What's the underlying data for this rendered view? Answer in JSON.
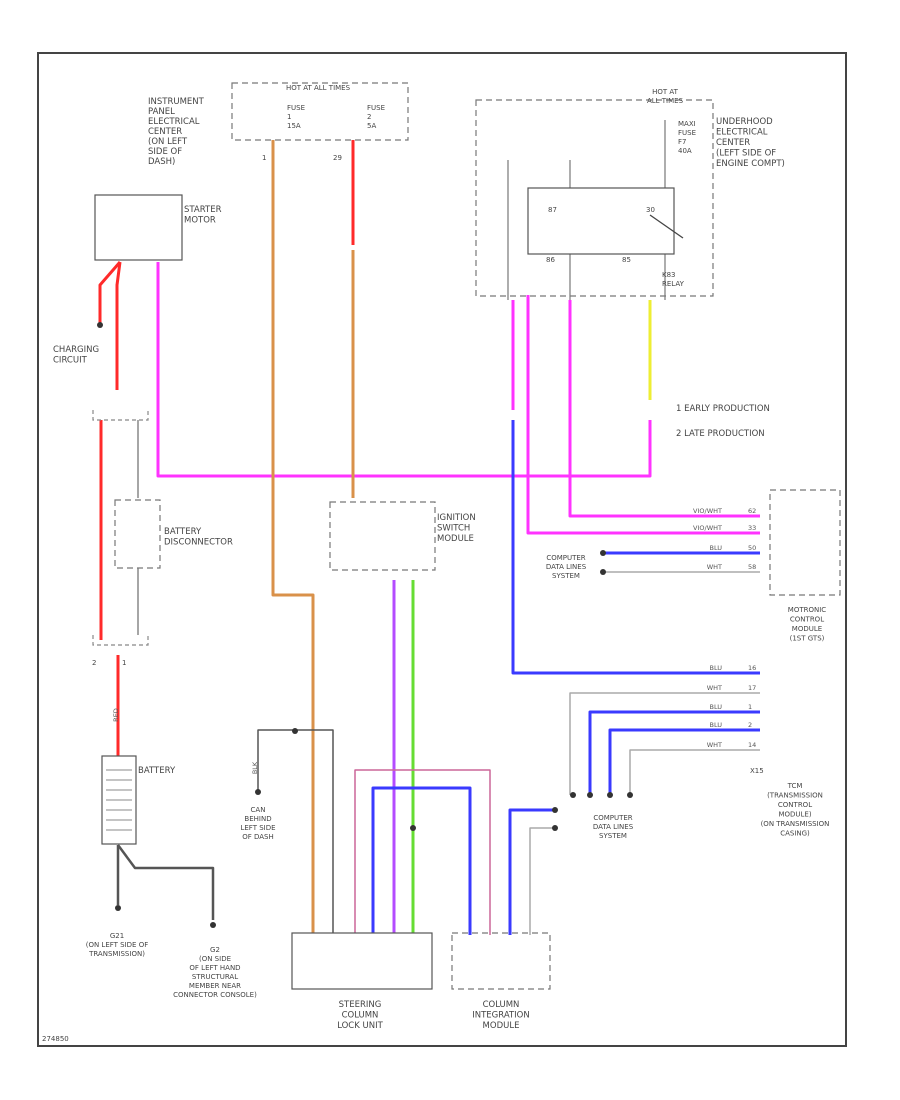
{
  "colors": {
    "red": "#ff2a2a",
    "orange": "#d9914a",
    "pink": "#ff33ff",
    "blue": "#3a3aff",
    "green": "#66dd33",
    "yellow": "#eeee33",
    "gray": "#555555",
    "frame": "#444444"
  },
  "components": {
    "hot_fuses": "HOT AT ALL TIMES",
    "ipdc": "INSTRUMENT\nPANEL\nELECTRICAL\nCENTER\n(ON LEFT\nSIDE OF\nDASH)",
    "fuse1": "FUSE\n1\n15A",
    "fuse2": "FUSE\n2\n5A",
    "ipdc_pin_a": "1",
    "ipdc_pin_b": "29",
    "hot_relay": "HOT AT\nALL TIMES",
    "maxi": "MAXI\nFUSE\nF7\n40A",
    "underhood": "UNDERHOOD\nELECTRICAL\nCENTER\n(LEFT SIDE OF\nENGINE COMPT)",
    "relay_pin_87": "87",
    "relay_pin_30": "30",
    "relay_pin_86": "86",
    "relay_pin_85": "85",
    "relay": "K83\nRELAY",
    "starter": "STARTER\nMOTOR",
    "charging": "CHARGING\nCIRCUIT",
    "battery_disconnector": "BATTERY\nDISCONNECTOR",
    "ignition": "IGNITION\nSWITCH\nMODULE",
    "battery": "BATTERY",
    "battery_pin_a": "2",
    "battery_pin_b": "1",
    "g_left": "G21\n(ON LEFT SIDE OF\nTRANSMISSION)",
    "g_right": "G2\n(ON SIDE\nOF LEFT HAND\nSTRUCTURAL\nMEMBER NEAR\nCONNECTOR CONSOLE)",
    "can": "CAN\nBEHIND\nLEFT SIDE\nOF DASH",
    "steering_lock": "STEERING\nCOLUMN\nLOCK UNIT",
    "column_module": "COLUMN\nINTEGRATION\nMODULE",
    "computer_data_1": "COMPUTER\nDATA LINES\nSYSTEM",
    "computer_data_2": "COMPUTER\nDATA LINES\nSYSTEM",
    "ecm": "MOTRONIC\nCONTROL\nMODULE\n(1ST GTS)",
    "tcm": "TCM\n(TRANSMISSION\nCONTROL\nMODULE)\n(ON TRANSMISSION\nCASING)",
    "tcm_ref": "X15",
    "fig_id": "274850",
    "notes": [
      "1  EARLY PRODUCTION",
      "2  LATE PRODUCTION"
    ]
  },
  "wire_labels": {
    "ecm_pink1": "VIO/WHT",
    "ecm_pink1_pin": "62",
    "ecm_pink2": "VIO/WHT",
    "ecm_pink2_pin": "33",
    "ecm_blu": "BLU",
    "ecm_blu_pin": "50",
    "ecm_wht": "WHT",
    "ecm_wht_pin": "58",
    "tcm_1": "BLU",
    "tcm_1_pin": "16",
    "tcm_2": "WHT",
    "tcm_2_pin": "17",
    "tcm_3": "BLU",
    "tcm_3_pin": "1",
    "tcm_4": "BLU",
    "tcm_4_pin": "2",
    "tcm_5": "WHT",
    "tcm_5_pin": "14",
    "red": "RED",
    "blk": "BLK"
  }
}
